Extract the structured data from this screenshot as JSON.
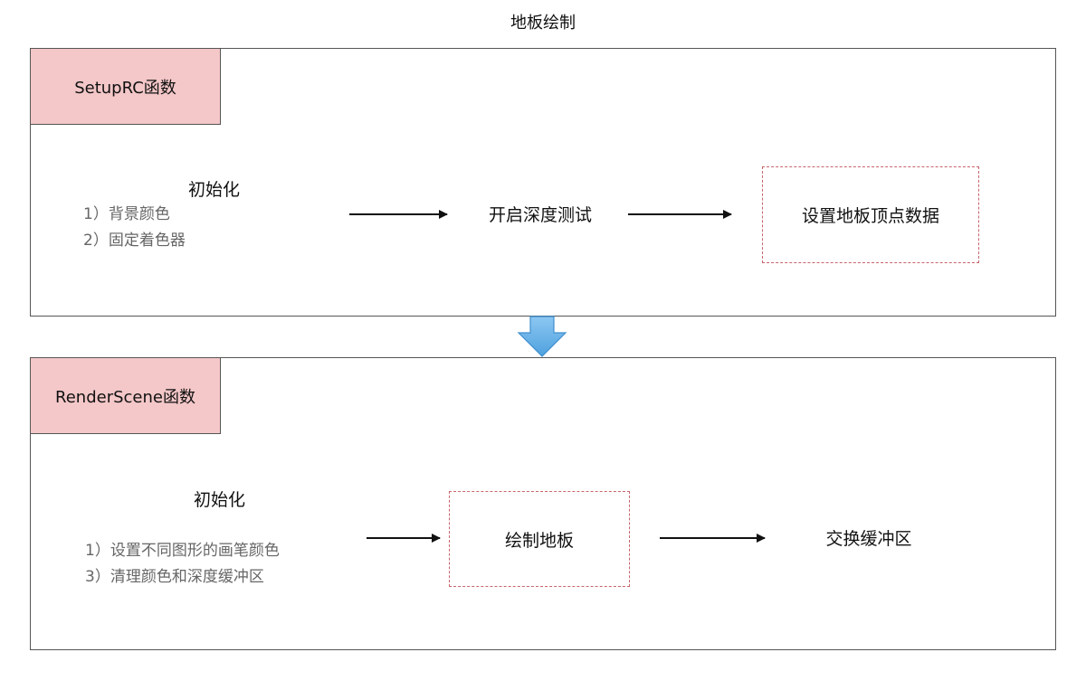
{
  "title": "地板绘制",
  "setup": {
    "function_name": "SetupRC函数",
    "init": {
      "title": "初始化",
      "items": [
        "1）背景颜色",
        "2）固定着色器"
      ]
    },
    "step2": "开启深度测试",
    "step3": "设置地板顶点数据"
  },
  "render": {
    "function_name": "RenderScene函数",
    "init": {
      "title": "初始化",
      "items": [
        "1）设置不同图形的画笔颜色",
        "3）清理颜色和深度缓冲区"
      ]
    },
    "step2": "绘制地板",
    "step3": "交换缓冲区"
  },
  "colors": {
    "tag_fill": "#f4c7c8",
    "dashed_border": "#c8646a",
    "connector_arrow": "#6fb5ea"
  }
}
